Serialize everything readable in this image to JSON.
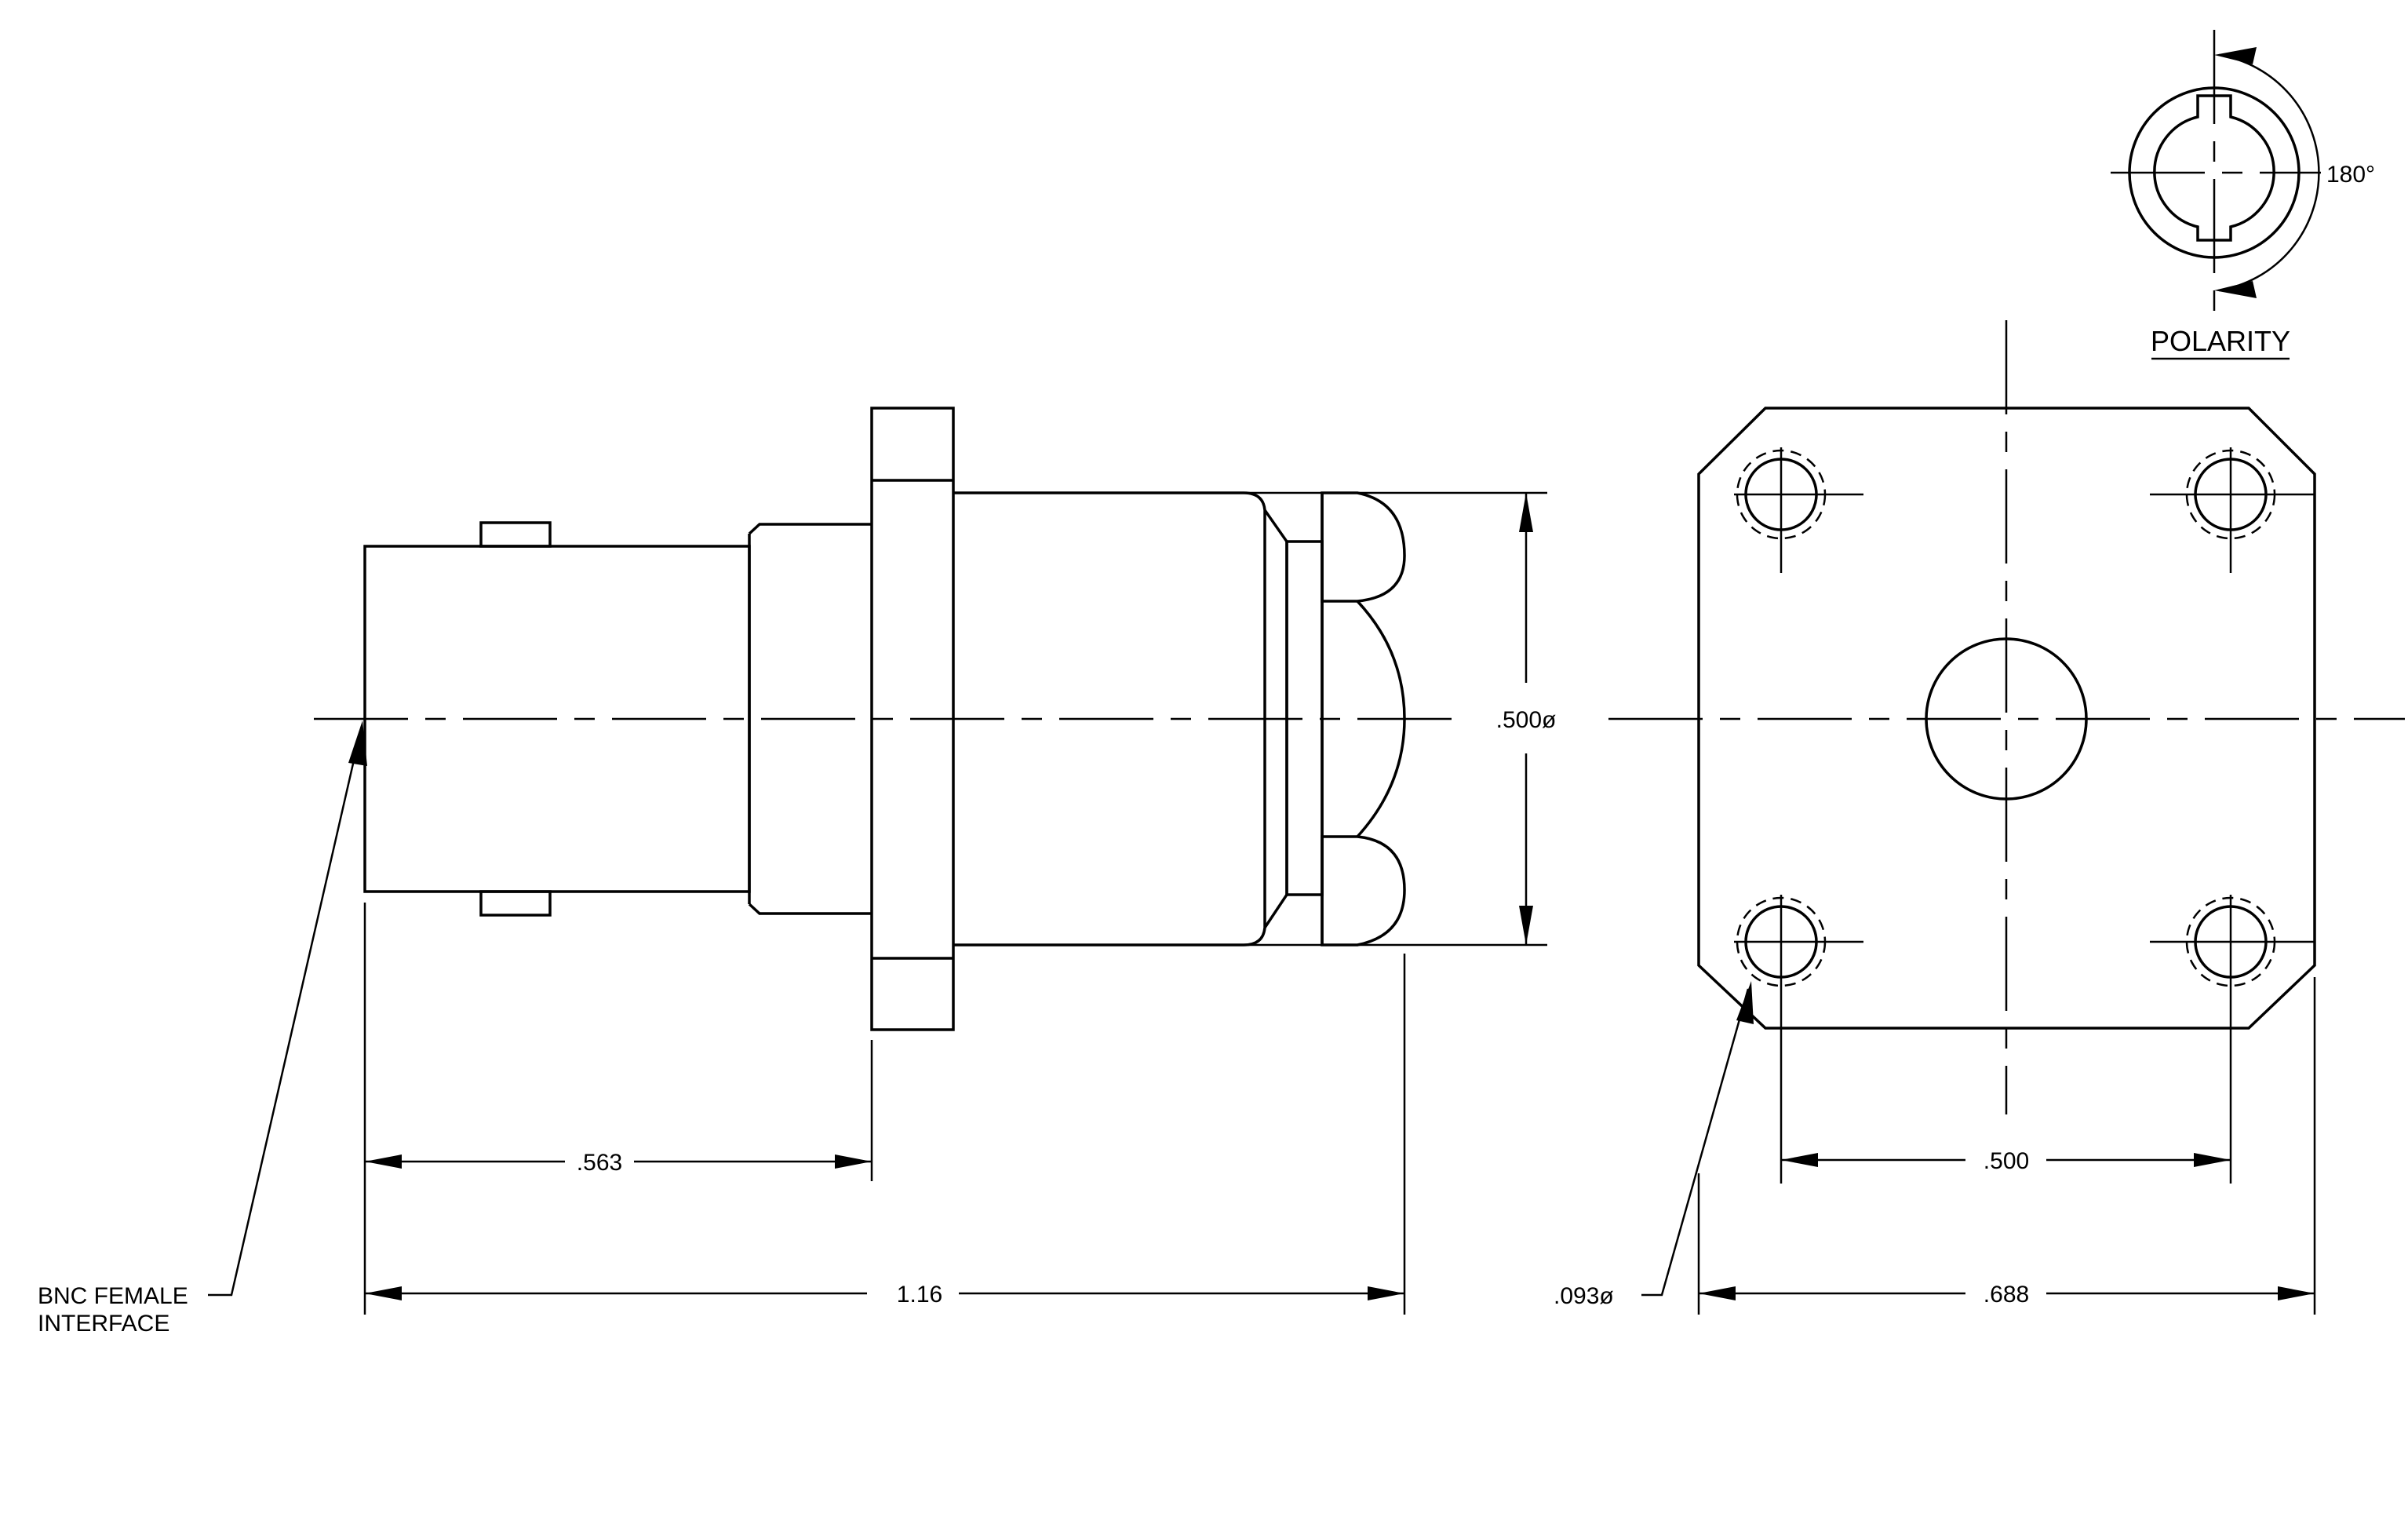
{
  "dimensions": {
    "length_563": ".563",
    "length_116": "1.16",
    "diameter_500": ".500ø",
    "hole_spacing": ".500",
    "flange_width": ".688",
    "hole_diameter": ".093ø"
  },
  "labels": {
    "interface_line1": "BNC FEMALE",
    "interface_line2": "INTERFACE",
    "polarity_title": "POLARITY",
    "polarity_angle": "180°"
  }
}
